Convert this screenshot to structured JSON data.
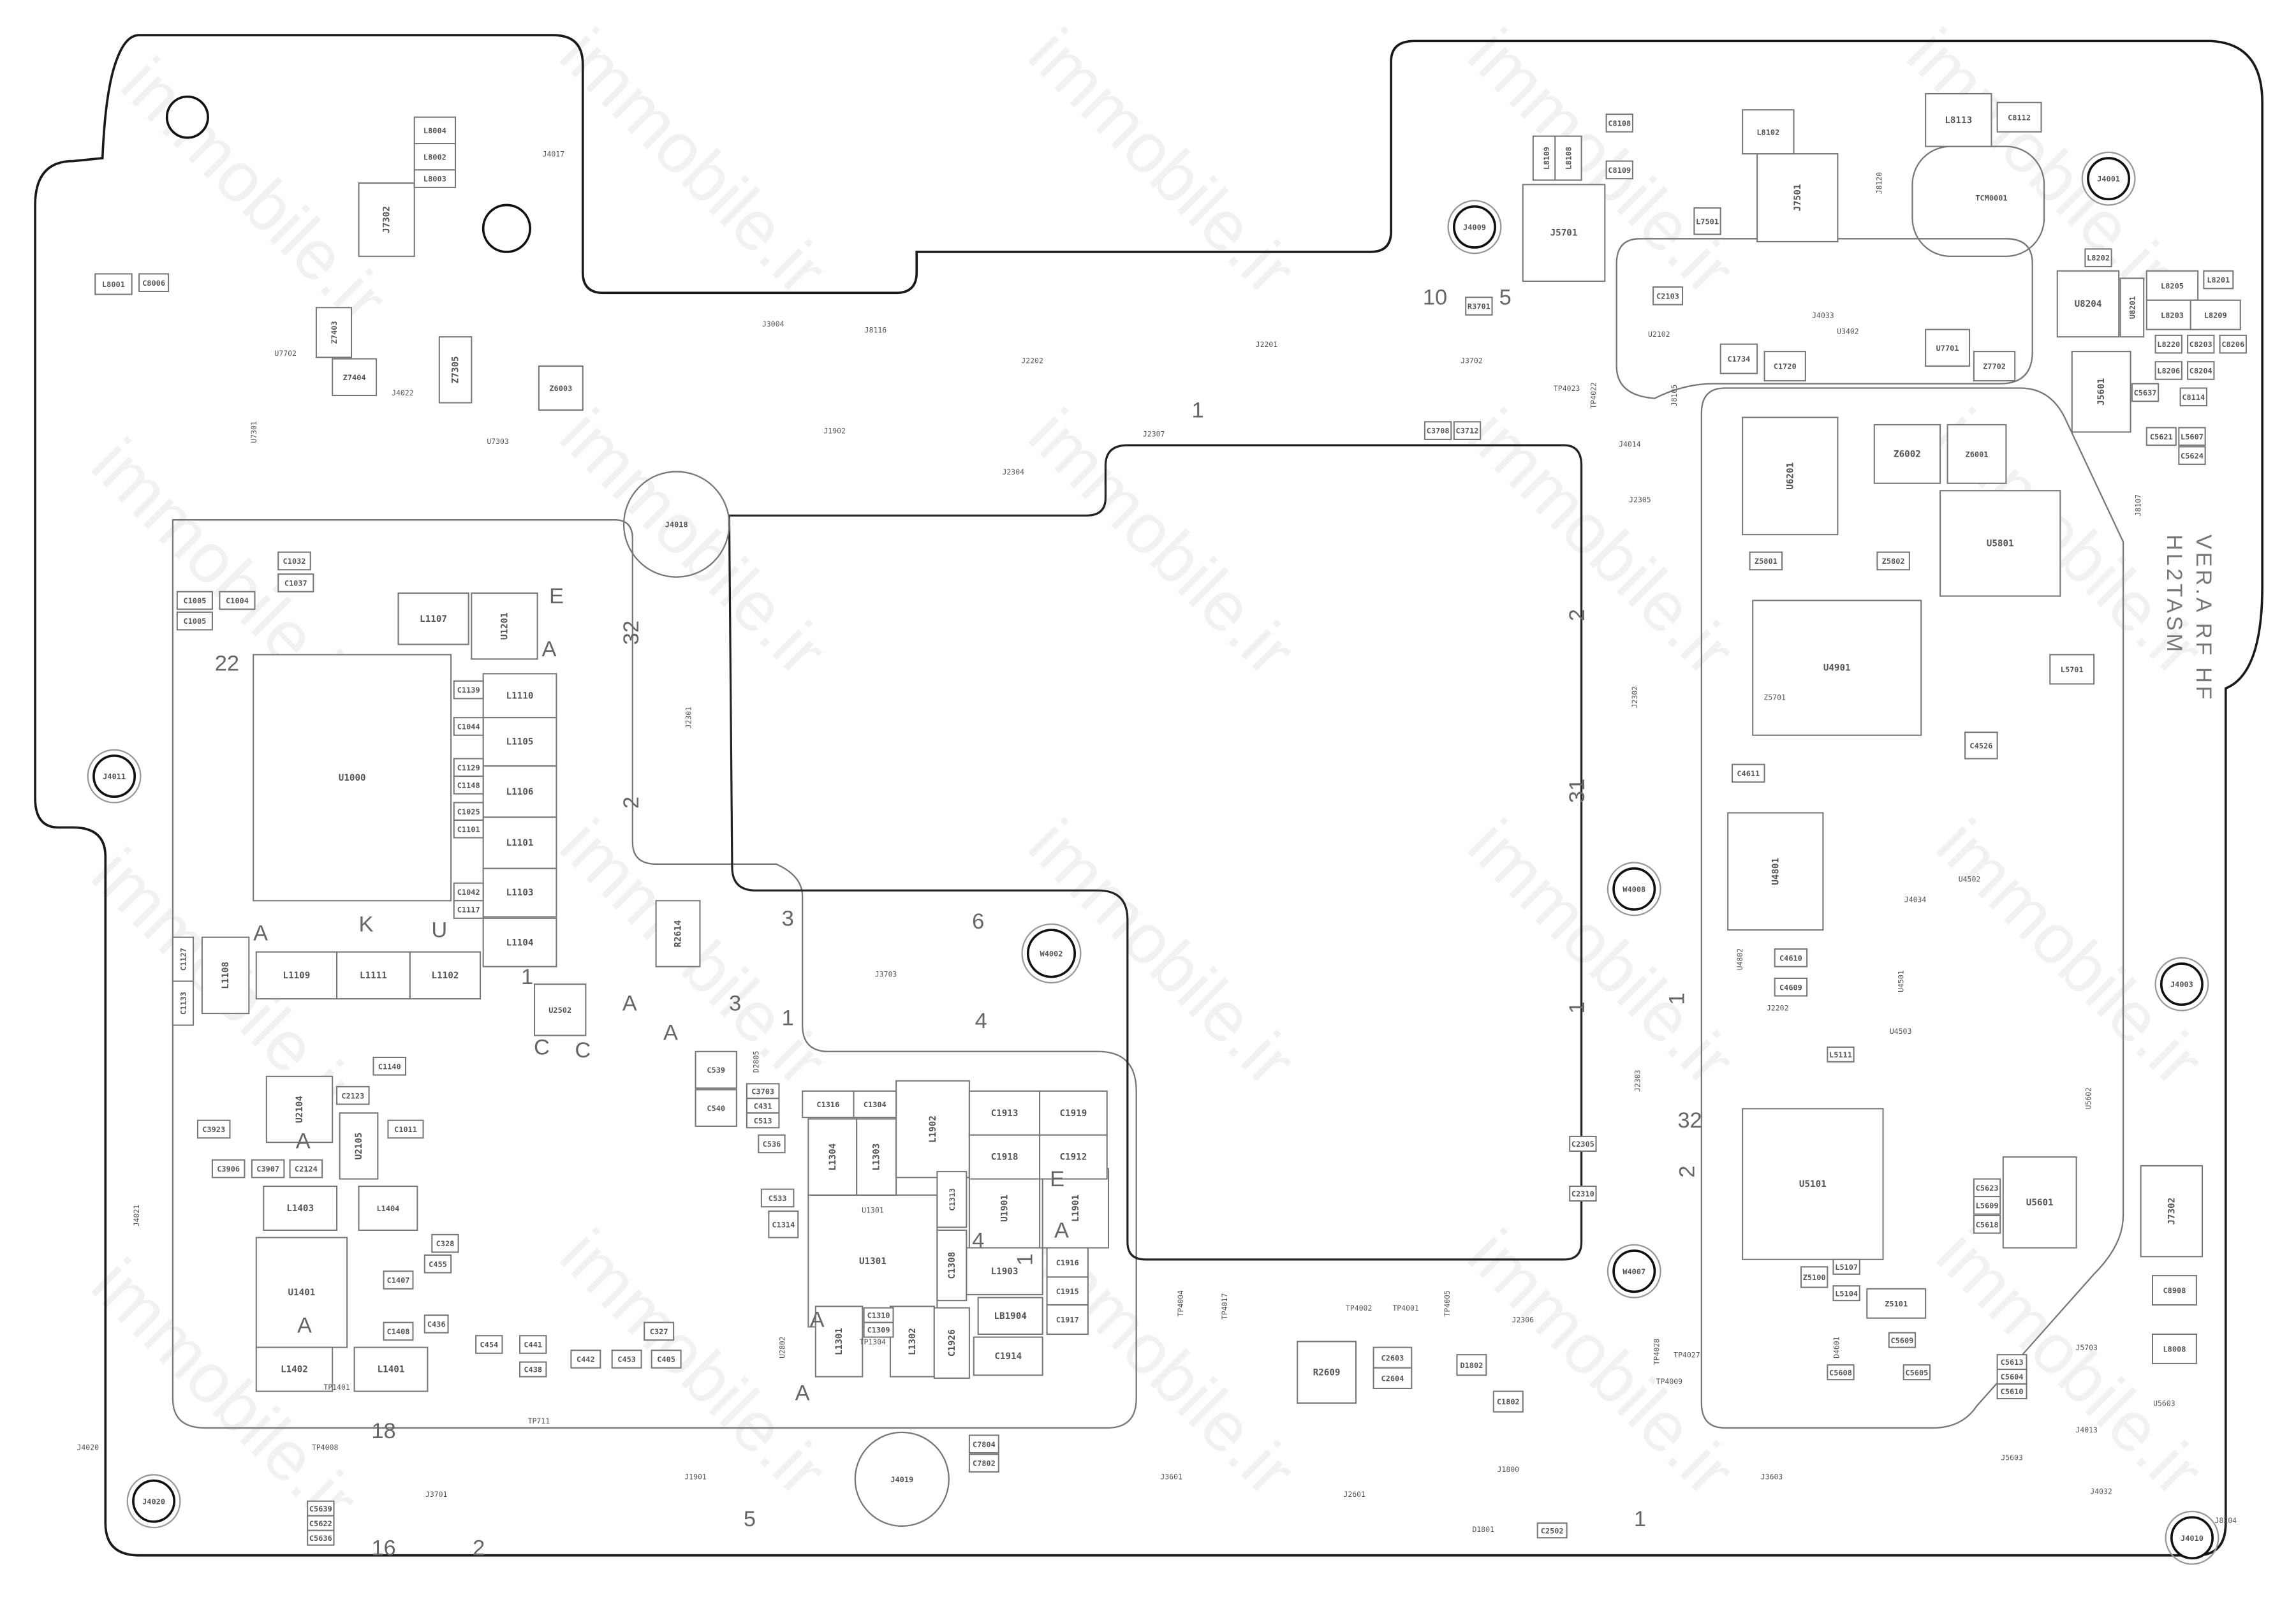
{
  "board": {
    "title_line1": "HL2TASM",
    "title_line2": "VER.A RF HF",
    "watermark": "immobile.ir"
  },
  "holes": [
    "J4011",
    "J4020",
    "J4009",
    "J4001",
    "J4003",
    "J4010",
    "W4008",
    "W4007",
    "W4002",
    "J4019",
    "J4018",
    "",
    "",
    "TCM0001"
  ],
  "components": [
    {
      "ref": "U1000"
    },
    {
      "ref": "L1107"
    },
    {
      "ref": "U1201"
    },
    {
      "ref": "L1110"
    },
    {
      "ref": "L1105"
    },
    {
      "ref": "L1106"
    },
    {
      "ref": "L1101"
    },
    {
      "ref": "L1103"
    },
    {
      "ref": "L1104"
    },
    {
      "ref": "L1109"
    },
    {
      "ref": "L1111"
    },
    {
      "ref": "L1102"
    },
    {
      "ref": "L1108"
    },
    {
      "ref": "U1401"
    },
    {
      "ref": "L1402"
    },
    {
      "ref": "L1401"
    },
    {
      "ref": "L1403"
    },
    {
      "ref": "L1404"
    },
    {
      "ref": "U2104"
    },
    {
      "ref": "U2105"
    },
    {
      "ref": "U1301"
    },
    {
      "ref": "L1301"
    },
    {
      "ref": "L1302"
    },
    {
      "ref": "L1303"
    },
    {
      "ref": "L1304"
    },
    {
      "ref": "L1902"
    },
    {
      "ref": "U1901"
    },
    {
      "ref": "L1901"
    },
    {
      "ref": "L1903"
    },
    {
      "ref": "C1913"
    },
    {
      "ref": "C1919"
    },
    {
      "ref": "C1918"
    },
    {
      "ref": "C1912"
    },
    {
      "ref": "C1914"
    },
    {
      "ref": "LB1904"
    },
    {
      "ref": "C1916"
    },
    {
      "ref": "C1915"
    },
    {
      "ref": "C1917"
    },
    {
      "ref": "C1316"
    },
    {
      "ref": "C1304"
    },
    {
      "ref": "C1313"
    },
    {
      "ref": "C1308"
    },
    {
      "ref": "C1926"
    },
    {
      "ref": "U2502"
    },
    {
      "ref": "R2614"
    },
    {
      "ref": "R2609"
    },
    {
      "ref": "C2603"
    },
    {
      "ref": "C2604"
    },
    {
      "ref": "U4801"
    },
    {
      "ref": "U4901"
    },
    {
      "ref": "U5101"
    },
    {
      "ref": "U5601"
    },
    {
      "ref": "U5801"
    },
    {
      "ref": "U6201"
    },
    {
      "ref": "J5701"
    },
    {
      "ref": "J7501"
    },
    {
      "ref": "L8102"
    },
    {
      "ref": "L8113"
    },
    {
      "ref": "C8112"
    },
    {
      "ref": "J5601"
    },
    {
      "ref": "Z6002"
    },
    {
      "ref": "Z6001"
    },
    {
      "ref": "U8204"
    },
    {
      "ref": "L8205"
    },
    {
      "ref": "L8203"
    },
    {
      "ref": "L8209"
    },
    {
      "ref": "J7302"
    },
    {
      "ref": "C8908"
    },
    {
      "ref": "L8008"
    },
    {
      "ref": "J7302"
    },
    {
      "ref": "L8004"
    },
    {
      "ref": "L8002"
    },
    {
      "ref": "L8003"
    },
    {
      "ref": "Z7404"
    },
    {
      "ref": "Z7305"
    },
    {
      "ref": "Z6003"
    },
    {
      "ref": "Z7403"
    },
    {
      "ref": "L8001"
    },
    {
      "ref": "C8006"
    },
    {
      "ref": "C8108"
    },
    {
      "ref": "L8109"
    },
    {
      "ref": "L8108"
    },
    {
      "ref": "C8109"
    },
    {
      "ref": "L7501"
    },
    {
      "ref": "C2103"
    },
    {
      "ref": "C1734"
    },
    {
      "ref": "C1720"
    },
    {
      "ref": "U7701"
    },
    {
      "ref": "Z7702"
    },
    {
      "ref": "C8114"
    },
    {
      "ref": "C5621"
    },
    {
      "ref": "L5607"
    },
    {
      "ref": "C5624"
    },
    {
      "ref": "C3708"
    },
    {
      "ref": "C3712"
    },
    {
      "ref": "R3701"
    },
    {
      "ref": "C539"
    },
    {
      "ref": "C540"
    },
    {
      "ref": "C3703"
    },
    {
      "ref": "C431"
    },
    {
      "ref": "C513"
    },
    {
      "ref": "C536"
    },
    {
      "ref": "C533"
    },
    {
      "ref": "C1314"
    },
    {
      "ref": "C1310"
    },
    {
      "ref": "C1309"
    },
    {
      "ref": "C1044"
    },
    {
      "ref": "C1129"
    },
    {
      "ref": "C1148"
    },
    {
      "ref": "C1025"
    },
    {
      "ref": "C1101"
    },
    {
      "ref": "C1042"
    },
    {
      "ref": "C1117"
    },
    {
      "ref": "C1005"
    },
    {
      "ref": "C1004"
    },
    {
      "ref": "C1037"
    },
    {
      "ref": "C1032"
    },
    {
      "ref": "C1139"
    },
    {
      "ref": "C1140"
    },
    {
      "ref": "C1011"
    },
    {
      "ref": "C3923"
    },
    {
      "ref": "C3906"
    },
    {
      "ref": "C3907"
    },
    {
      "ref": "C2124"
    },
    {
      "ref": "C2123"
    },
    {
      "ref": "C1127"
    },
    {
      "ref": "C1133"
    },
    {
      "ref": "C455"
    },
    {
      "ref": "C328"
    },
    {
      "ref": "C1407"
    },
    {
      "ref": "C1408"
    },
    {
      "ref": "C436"
    },
    {
      "ref": "C442"
    },
    {
      "ref": "C453"
    },
    {
      "ref": "C405"
    },
    {
      "ref": "C327"
    },
    {
      "ref": "C438"
    },
    {
      "ref": "C454"
    },
    {
      "ref": "C441"
    },
    {
      "ref": "C2305"
    },
    {
      "ref": "C2310"
    },
    {
      "ref": "C7804"
    },
    {
      "ref": "C7802"
    },
    {
      "ref": "C5639"
    },
    {
      "ref": "C5622"
    },
    {
      "ref": "C5636"
    },
    {
      "ref": "C4610"
    },
    {
      "ref": "C4609"
    },
    {
      "ref": "C4611"
    },
    {
      "ref": "C4526"
    },
    {
      "ref": "L5701"
    },
    {
      "ref": "C5623"
    },
    {
      "ref": "L5609"
    },
    {
      "ref": "C5618"
    },
    {
      "ref": "L5111"
    },
    {
      "ref": "C5613"
    },
    {
      "ref": "C5604"
    },
    {
      "ref": "C5610"
    },
    {
      "ref": "L8220"
    },
    {
      "ref": "C8203"
    },
    {
      "ref": "C8206"
    },
    {
      "ref": "C5637"
    },
    {
      "ref": "C1802"
    },
    {
      "ref": "D1802"
    },
    {
      "ref": "C2502"
    },
    {
      "ref": "C1005"
    },
    {
      "ref": "L8201"
    },
    {
      "ref": "L8202"
    },
    {
      "ref": "L8206"
    },
    {
      "ref": "C8204"
    },
    {
      "ref": "U8201"
    },
    {
      "ref": "Z5801"
    },
    {
      "ref": "Z5802"
    },
    {
      "ref": "Z5101"
    },
    {
      "ref": "Z5100"
    },
    {
      "ref": "L5104"
    },
    {
      "ref": "L5107"
    },
    {
      "ref": "C5609"
    },
    {
      "ref": "C5608"
    },
    {
      "ref": "C5605"
    }
  ],
  "net_labels": [
    "J4017",
    "J3004",
    "J8116",
    "J2202",
    "J2201",
    "J1902",
    "J2304",
    "J3702",
    "J2307",
    "J2305",
    "J4014",
    "J8105",
    "J8107",
    "J8120",
    "J4033",
    "U3402",
    "U2102",
    "J3703",
    "J2301",
    "J3701",
    "J1901",
    "J3601",
    "J1800",
    "J3603",
    "J2601",
    "J2306",
    "J4013",
    "J4032",
    "J5603",
    "J5703",
    "U4502",
    "J4034",
    "U4503",
    "U4501",
    "U1301",
    "TP4008",
    "TP4002",
    "TP4001",
    "TP4005",
    "TP4023",
    "TP4022",
    "TP4027",
    "TP4028",
    "TP4009",
    "TP4004",
    "TP4017",
    "TP1401",
    "TP1304",
    "TP711",
    "U7303",
    "U7301",
    "U7702",
    "J4022",
    "D1801",
    "J8204",
    "U2802",
    "D2805",
    "U4802",
    "Z5701",
    "J2302",
    "J2303",
    "J2202",
    "D4601",
    "U5602",
    "U5603",
    "J4021",
    "J4020"
  ],
  "silk_numbers": [
    "32",
    "22",
    "2",
    "3",
    "6",
    "4",
    "1",
    "5",
    "10",
    "2",
    "31",
    "1",
    "1",
    "2",
    "32",
    "16",
    "2",
    "18",
    "1",
    "1",
    "1",
    "3",
    "4",
    "5",
    "1"
  ],
  "silk_letters": [
    "A",
    "E",
    "A",
    "K",
    "U",
    "A",
    "C",
    "A",
    "C",
    "A",
    "E",
    "A",
    "A",
    "A",
    "A"
  ],
  "colors": {
    "outline": "#1a1a1a",
    "component": "#777777",
    "label": "#555555",
    "watermark": "#f1f1f1"
  }
}
